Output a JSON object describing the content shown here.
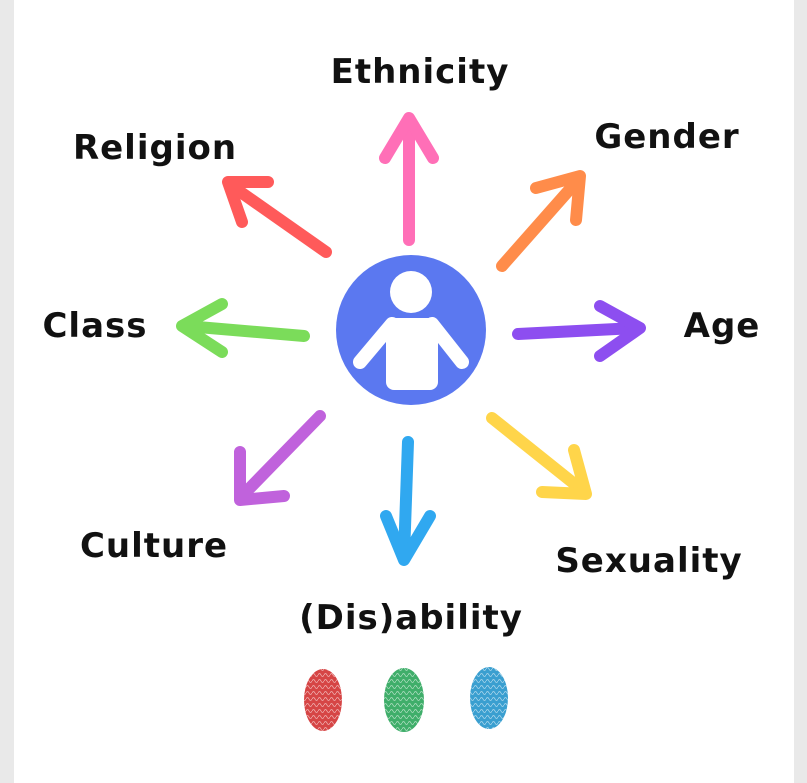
{
  "center": {
    "icon": "person-icon",
    "color": "#5b78f0"
  },
  "labels": {
    "ethnicity": "Ethnicity",
    "gender": "Gender",
    "religion": "Religion",
    "class": "Class",
    "age": "Age",
    "culture": "Culture",
    "sexuality": "Sexuality",
    "disability": "(Dis)ability"
  },
  "colors": {
    "ethnicity": "#ff6fb7",
    "gender": "#ff8c4a",
    "religion": "#ff5a5a",
    "class": "#7bdc5a",
    "age": "#8d4ef0",
    "culture": "#c062dc",
    "sexuality": "#ffd54a",
    "disability": "#30a8f0"
  },
  "fingerprints": [
    {
      "name": "red-fingerprint-icon",
      "color": "#d64545"
    },
    {
      "name": "green-fingerprint-icon",
      "color": "#3fae6a"
    },
    {
      "name": "blue-fingerprint-icon",
      "color": "#3a9fd0"
    }
  ]
}
